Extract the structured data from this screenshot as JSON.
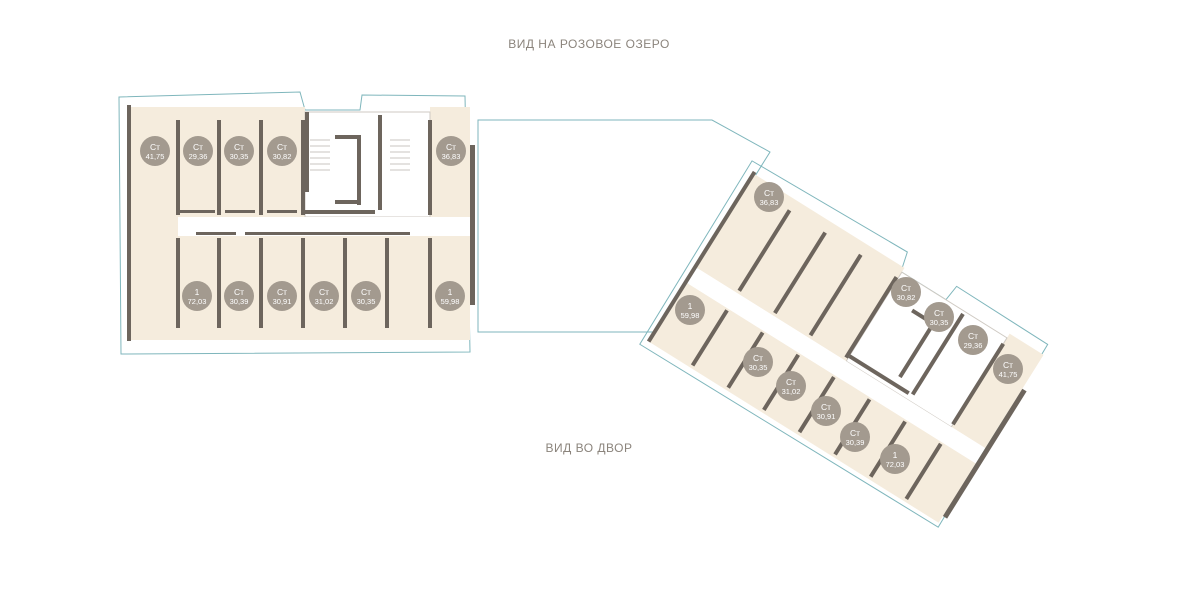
{
  "labels": {
    "top": "ВИД  НА РОЗОВОЕ ОЗЕРО",
    "bottom": "ВИД ВО ДВОР"
  },
  "colors": {
    "apartment_fill": "#f5ecdd",
    "wall": "#6d655d",
    "core": "#ffffff",
    "balcony_stroke": "#7fb6bc",
    "badge": "#a39a8f",
    "badge_text": "#ffffff",
    "label": "#8b847c"
  },
  "left_wing": {
    "units": [
      {
        "type": "Ст",
        "area": "41,75"
      },
      {
        "type": "Ст",
        "area": "29,36"
      },
      {
        "type": "Ст",
        "area": "30,35"
      },
      {
        "type": "Ст",
        "area": "30,82"
      },
      {
        "type": "Ст",
        "area": "36,83"
      },
      {
        "type": "1",
        "area": "72,03"
      },
      {
        "type": "Ст",
        "area": "30,39"
      },
      {
        "type": "Ст",
        "area": "30,91"
      },
      {
        "type": "Ст",
        "area": "31,02"
      },
      {
        "type": "Ст",
        "area": "30,35"
      },
      {
        "type": "1",
        "area": "59,98"
      }
    ]
  },
  "right_wing": {
    "units": [
      {
        "type": "Ст",
        "area": "36,83"
      },
      {
        "type": "1",
        "area": "59,98"
      },
      {
        "type": "Ст",
        "area": "30,82"
      },
      {
        "type": "Ст",
        "area": "30,35"
      },
      {
        "type": "Ст",
        "area": "29,36"
      },
      {
        "type": "Ст",
        "area": "41,75"
      },
      {
        "type": "Ст",
        "area": "30,35"
      },
      {
        "type": "Ст",
        "area": "31,02"
      },
      {
        "type": "Ст",
        "area": "30,91"
      },
      {
        "type": "Ст",
        "area": "30,39"
      },
      {
        "type": "1",
        "area": "72,03"
      }
    ]
  }
}
